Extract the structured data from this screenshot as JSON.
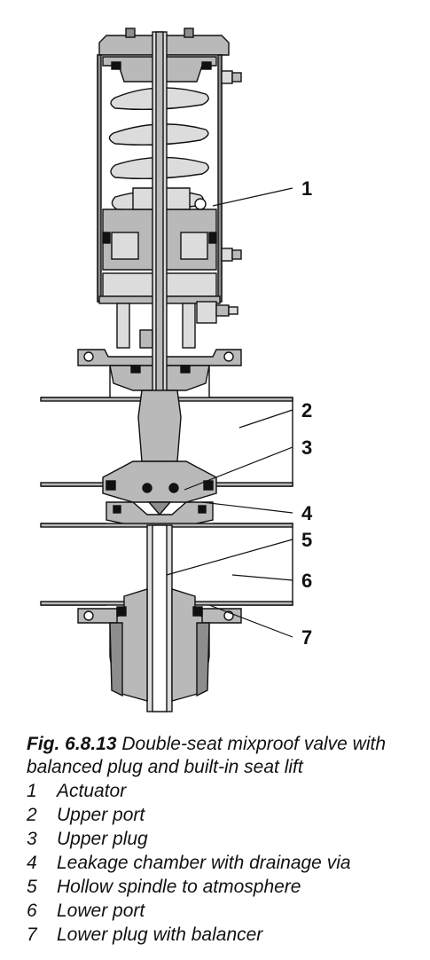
{
  "figure": {
    "number": "Fig. 6.8.13",
    "title": "Double-seat mixproof valve with balanced plug and built-in seat lift"
  },
  "callouts": [
    {
      "num": "1",
      "label": "Actuator"
    },
    {
      "num": "2",
      "label": "Upper port"
    },
    {
      "num": "3",
      "label": "Upper plug"
    },
    {
      "num": "4",
      "label": "Leakage chamber with drainage via"
    },
    {
      "num": "5",
      "label": "Hollow spindle to atmosphere"
    },
    {
      "num": "6",
      "label": "Lower port"
    },
    {
      "num": "7",
      "label": "Lower plug with balancer"
    }
  ],
  "colors": {
    "body_gray": "#b9b9b9",
    "dark_gray": "#8d8d8d",
    "light_gray": "#dcdcdc",
    "outline": "#111111",
    "seal": "#111111"
  }
}
